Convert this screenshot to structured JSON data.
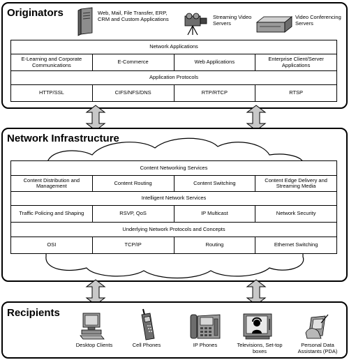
{
  "originators": {
    "title": "Originators",
    "servers": [
      {
        "label": "Web, Mail, File Transfer, ERP, CRM and Custom Applications",
        "icon": "tower-server-icon"
      },
      {
        "label": "Streaming Video Servers",
        "icon": "video-camera-icon"
      },
      {
        "label": "Video Conferencing Servers",
        "icon": "rack-server-icon"
      }
    ],
    "network_applications": {
      "header": "Network Applications",
      "items": [
        "E-Learning and Corporate Communications",
        "E-Commerce",
        "Web Applications",
        "Enterprise Client/Server Applications"
      ]
    },
    "application_protocols": {
      "header": "Application Protocols",
      "items": [
        "HTTP/SSL",
        "CIFS/NFS/DNS",
        "RTP/RTCP",
        "RTSP"
      ]
    }
  },
  "infrastructure": {
    "title": "Network Infrastructure",
    "content_networking": {
      "header": "Content Networking Services",
      "items": [
        "Content Distribution and Management",
        "Content Routing",
        "Content Switching",
        "Content Edge Delivery and Streaming Media"
      ]
    },
    "intelligent_services": {
      "header": "Intelligent Network Services",
      "items": [
        "Traffic Policing and Shaping",
        "RSVP, QoS",
        "IP Multicast",
        "Network Security"
      ]
    },
    "underlying": {
      "header": "Underlying Network Protocols and Concepts",
      "items": [
        "OSI",
        "TCP/IP",
        "Routing",
        "Ethernet Switching"
      ]
    }
  },
  "recipients": {
    "title": "Recipients",
    "items": [
      {
        "label": "Desktop Clients",
        "icon": "desktop-computer-icon"
      },
      {
        "label": "Cell Phones",
        "icon": "cell-phone-icon"
      },
      {
        "label": "IP Phones",
        "icon": "ip-phone-icon"
      },
      {
        "label": "Televisions, Set-top boxes",
        "icon": "television-icon"
      },
      {
        "label": "Personal Data Assistants (PDA)",
        "icon": "pda-icon"
      }
    ]
  },
  "colors": {
    "line": "#000000",
    "arrow_fill": "#c8c8c8",
    "icon_gray": "#9a9a9a"
  }
}
